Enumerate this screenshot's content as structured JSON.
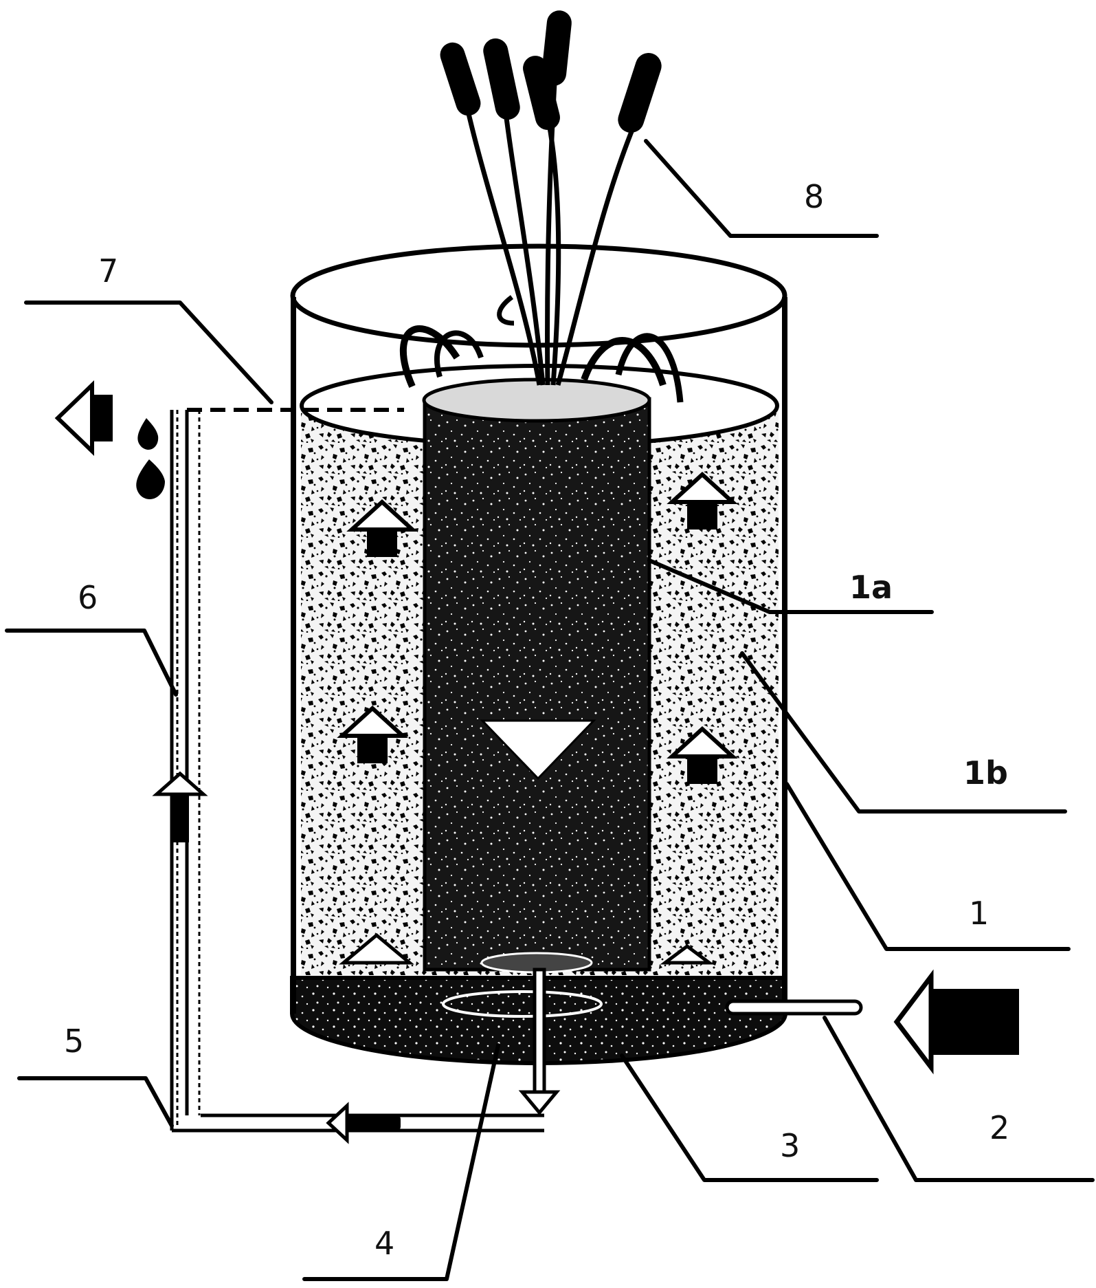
{
  "labels": {
    "l1": "1",
    "l1a": "1a",
    "l1b": "1b",
    "l2": "2",
    "l3": "3",
    "l4": "4",
    "l5": "5",
    "l6": "6",
    "l7": "7",
    "l8": "8"
  },
  "colors": {
    "ink": "#000000",
    "inner_media": "#1a1a1a",
    "outer_media": "#f2f2f2",
    "speckle": "#000000",
    "background": "#ffffff"
  }
}
